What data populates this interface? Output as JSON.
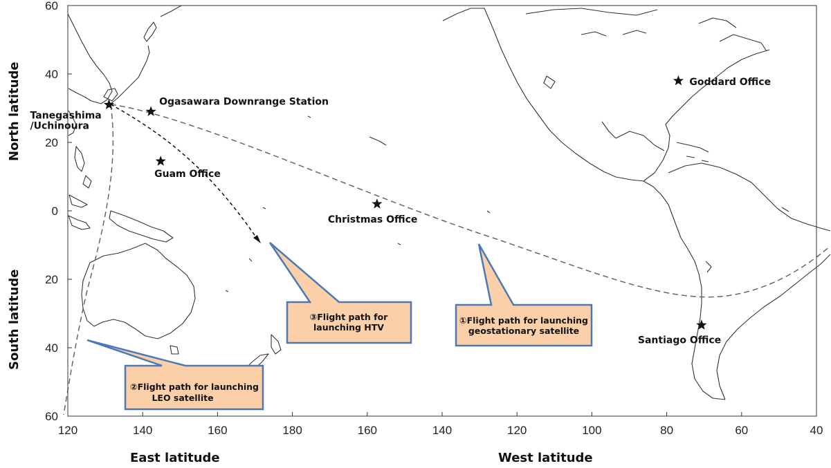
{
  "map": {
    "lon_ticks": [
      "120",
      "140",
      "160",
      "180",
      "160",
      "140",
      "120",
      "100",
      "80",
      "60",
      "40"
    ],
    "lat_ticks": [
      {
        "label": "60",
        "lat": 60
      },
      {
        "label": "40",
        "lat": 40
      },
      {
        "label": "20",
        "lat": 20
      },
      {
        "label": "0",
        "lat": 0
      },
      {
        "label": "20",
        "lat": -20
      },
      {
        "label": "40",
        "lat": -40
      },
      {
        "label": "60",
        "lat": -60
      }
    ],
    "axis_titles": {
      "north": "North latitude",
      "south": "South latitude",
      "east": "East latitude",
      "west": "West latitude"
    },
    "places": [
      {
        "id": "tanegashima",
        "name_line1": "Tanegashima",
        "name_line2": "/Uchinoura",
        "lon": 131,
        "lat": 31
      },
      {
        "id": "ogasawara",
        "name_line1": "Ogasawara Downrange Station",
        "name_line2": "",
        "lon": 142.2,
        "lat": 29
      },
      {
        "id": "guam",
        "name_line1": "Guam Office",
        "name_line2": "",
        "lon": 144.8,
        "lat": 14.5
      },
      {
        "id": "christmas",
        "name_line1": "Christmas Office",
        "name_line2": "",
        "lon": -157.4,
        "lat": 2
      },
      {
        "id": "santiago",
        "name_line1": "Santiago Office",
        "name_line2": "",
        "lon": -70.7,
        "lat": -33.4
      },
      {
        "id": "goddard",
        "name_line1": "Goddard Office",
        "name_line2": "",
        "lon": -76.9,
        "lat": 38
      }
    ],
    "flight_paths": [
      {
        "id": "geostationary",
        "number": "①",
        "line1": "Flight path for launching",
        "line2": "geostationary satellite"
      },
      {
        "id": "leo",
        "number": "②",
        "line1": "Flight path for launching",
        "line2": "LEO satellite"
      },
      {
        "id": "htv",
        "number": "③",
        "line1": "Flight path for",
        "line2": "launching HTV"
      }
    ],
    "colors": {
      "callout_fill": "#fbcfa8",
      "callout_border": "#4a78b8",
      "coast": "#333333"
    }
  }
}
